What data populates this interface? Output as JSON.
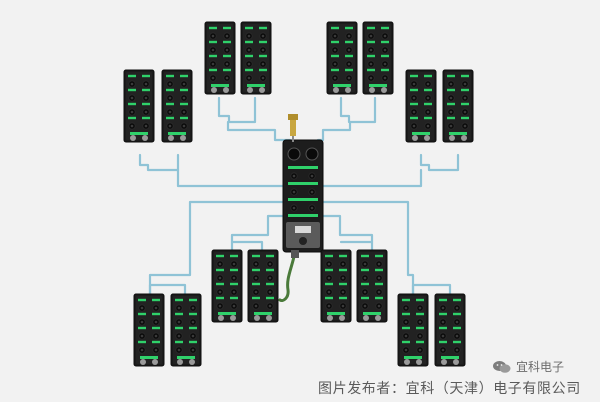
{
  "image": {
    "description": "Network topology of an IP67 fieldbus hub with 16 expansion I/O modules connected by blue cables",
    "colors": {
      "background": "#f2f2f2",
      "module_body": "#1a1a1a",
      "module_led": "#2fd16a",
      "cable": "#8fc3d6",
      "hub_metal": "#5b5b5b"
    }
  },
  "watermark": {
    "icon": "wechat-icon",
    "text": "宜科电子"
  },
  "caption": {
    "text": "图片发布者：宜科（天津）电子有限公司"
  }
}
